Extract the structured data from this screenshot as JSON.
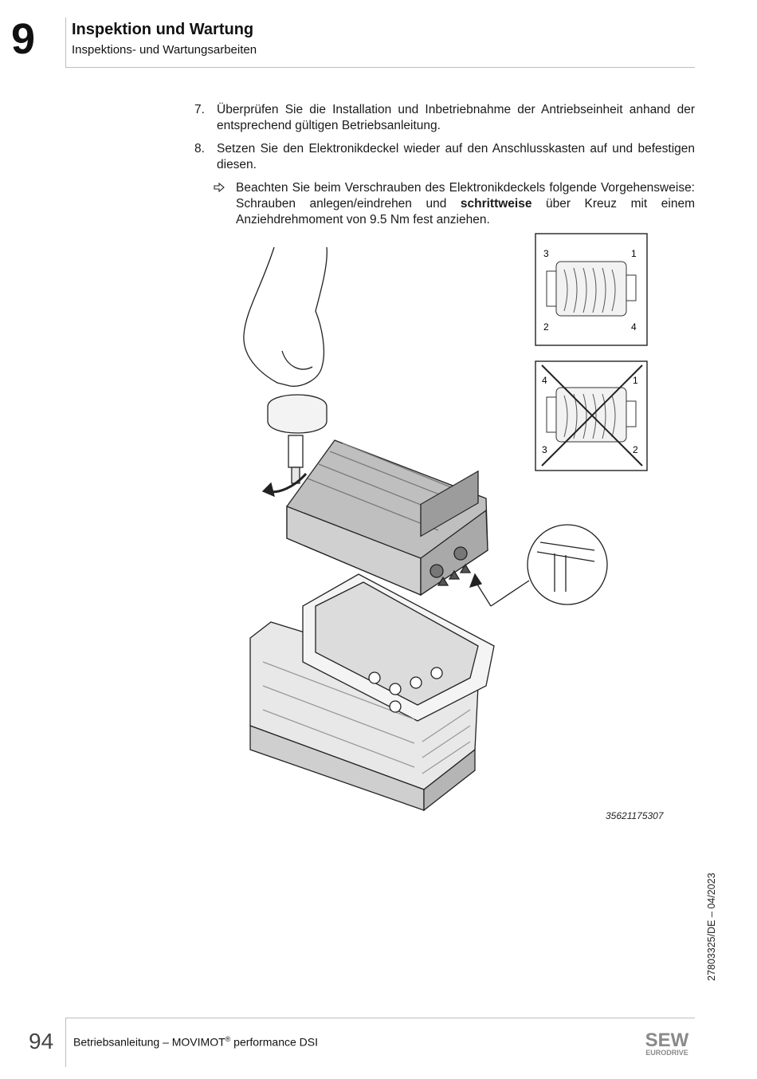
{
  "header": {
    "chapter_number": "9",
    "chapter_title": "Inspektion und Wartung",
    "section_title": "Inspektions- und Wartungsarbeiten"
  },
  "steps": [
    {
      "number": "7.",
      "text": "Überprüfen Sie die Installation und Inbetriebnahme der Antriebseinheit anhand der entsprechend gültigen Betriebsanleitung."
    },
    {
      "number": "8.",
      "text": "Setzen Sie den Elektronikdeckel wieder auf den Anschlusskasten auf und befestigen diesen."
    }
  ],
  "hint": {
    "icon": "arrow-outline-icon",
    "text_before": "Beachten Sie beim Verschrauben des Elektronikdeckels folgende Vorgehensweise: Schrauben anlegen/eindrehen und ",
    "text_bold": "schrittweise",
    "text_after": " über Kreuz mit einem Anziehdrehmoment von 9.5 Nm fest anziehen."
  },
  "figure": {
    "correct_order": {
      "top_left": "3",
      "top_right": "1",
      "bottom_left": "2",
      "bottom_right": "4"
    },
    "wrong_order": {
      "top_left": "4",
      "top_right": "1",
      "bottom_left": "3",
      "bottom_right": "2"
    },
    "figure_id": "35621175307"
  },
  "side_code": "27803325/DE – 04/2023",
  "footer": {
    "page_number": "94",
    "doc_title_prefix": "Betriebsanleitung – MOVIMOT",
    "doc_title_sup": "®",
    "doc_title_suffix": " performance DSI",
    "logo_main": "SEW",
    "logo_sub": "EURODRIVE"
  },
  "colors": {
    "text": "#1a1a1a",
    "rule": "#bdbdbd",
    "logo": "#8a8a8a"
  }
}
